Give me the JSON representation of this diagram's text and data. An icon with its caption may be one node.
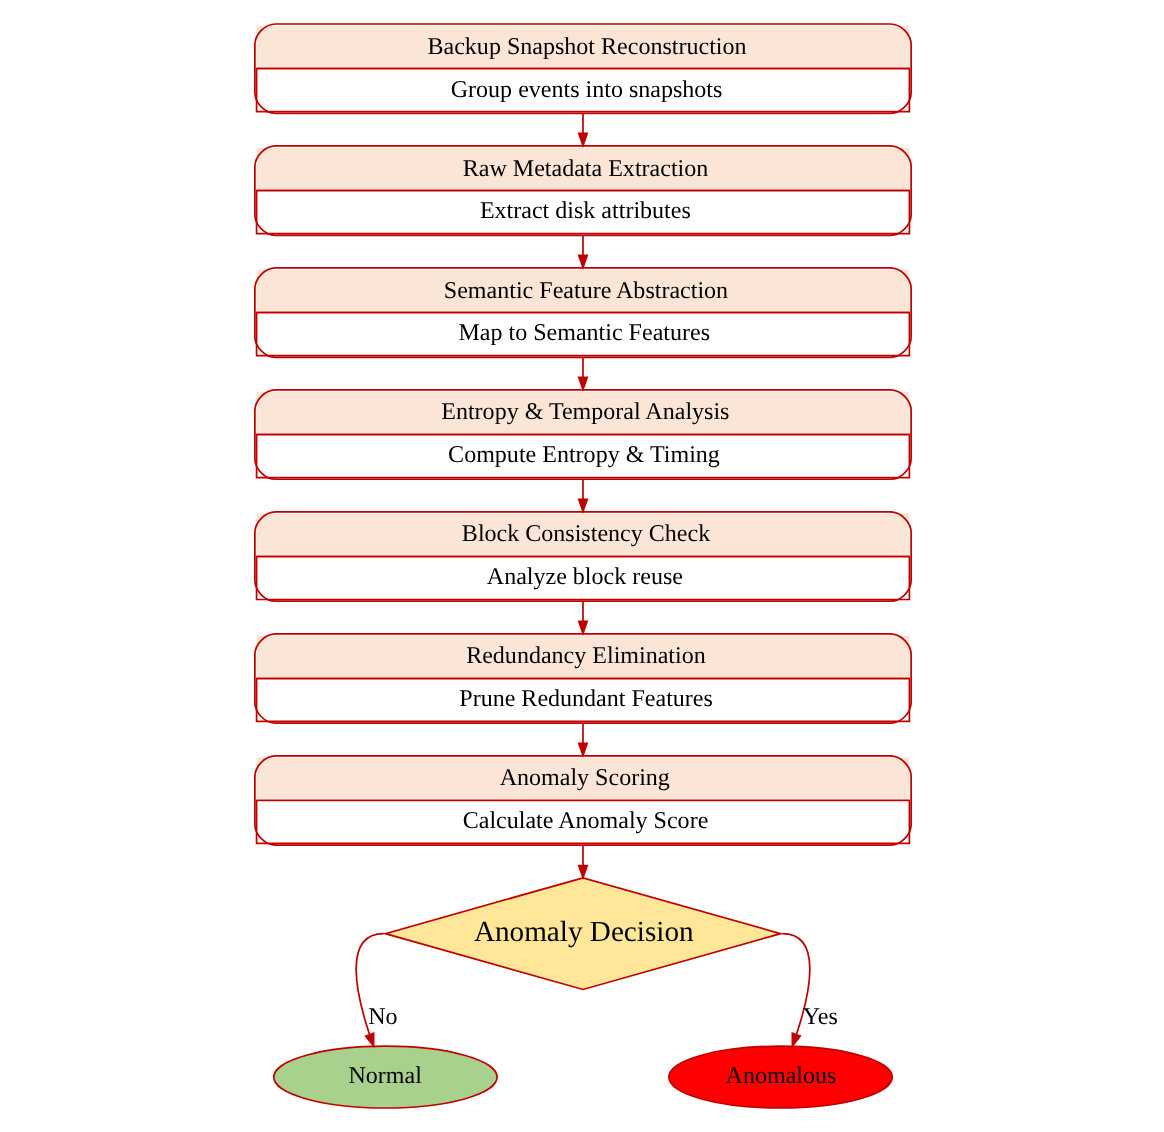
{
  "diagram": {
    "nodes": [
      {
        "text": [
          "Backup Snapshot Reconstruction",
          "Group events into snapshots"
        ]
      },
      {
        "text": [
          "Raw Metadata Extraction",
          "Extract disk attributes"
        ]
      },
      {
        "text": [
          "Semantic Feature Abstraction",
          "Map to Semantic Features"
        ]
      },
      {
        "text": [
          "Entropy & Temporal Analysis",
          "Compute Entropy & Timing"
        ]
      },
      {
        "text": [
          "Block Consistency Check",
          "Analyze block reuse"
        ]
      },
      {
        "text": [
          "Redundancy Elimination",
          "Prune Redundant Features"
        ]
      },
      {
        "text": [
          "Anomaly Scoring",
          "Calculate Anomaly Score"
        ]
      },
      {
        "text": [
          "Anomaly Decision"
        ]
      },
      {
        "text": [
          "Normal"
        ]
      },
      {
        "text": [
          "Anomalous"
        ]
      }
    ],
    "edges": [
      {
        "from": 0,
        "to": 1,
        "arrow": "to"
      },
      {
        "from": 1,
        "to": 2,
        "arrow": "to"
      },
      {
        "from": 2,
        "to": 3,
        "arrow": "to"
      },
      {
        "from": 3,
        "to": 4,
        "arrow": "to"
      },
      {
        "from": 4,
        "to": 5,
        "arrow": "to"
      },
      {
        "from": 5,
        "to": 6,
        "arrow": "to"
      },
      {
        "from": 6,
        "to": 7,
        "arrow": "to"
      },
      {
        "from": 7,
        "to": 8,
        "arrow": "to",
        "label": "No"
      },
      {
        "from": 7,
        "to": 9,
        "arrow": "to",
        "label": "Yes"
      }
    ]
  }
}
